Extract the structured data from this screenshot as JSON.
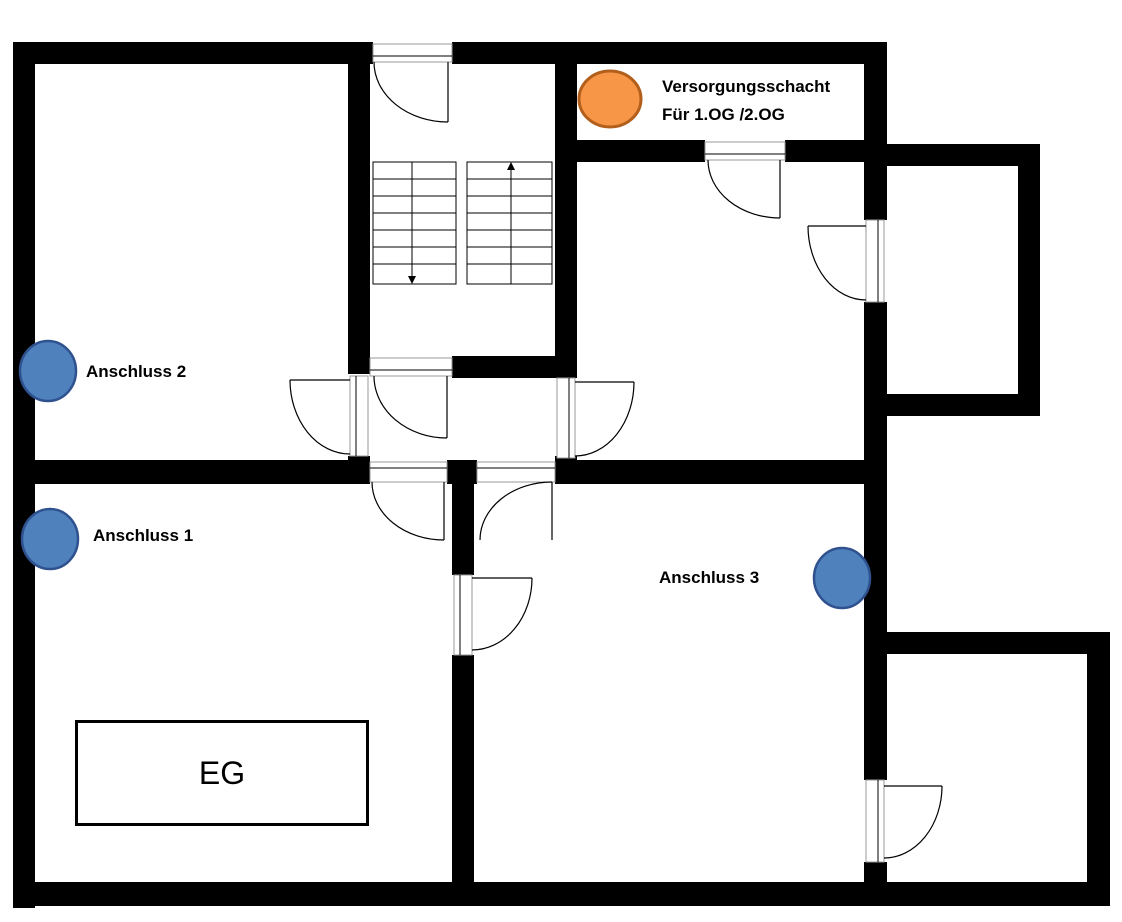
{
  "floor_label": "EG",
  "shaft": {
    "line1": "Versorgungsschacht",
    "line2": "Für 1.OG /2.OG",
    "color": "#f79646",
    "stroke": "#b35f1c"
  },
  "connections": [
    {
      "label": "Anschluss 2"
    },
    {
      "label": "Anschluss 1"
    },
    {
      "label": "Anschluss 3"
    }
  ],
  "connection_color": "#4f81bd",
  "connection_stroke": "#2f528f",
  "wall_color": "#000000"
}
